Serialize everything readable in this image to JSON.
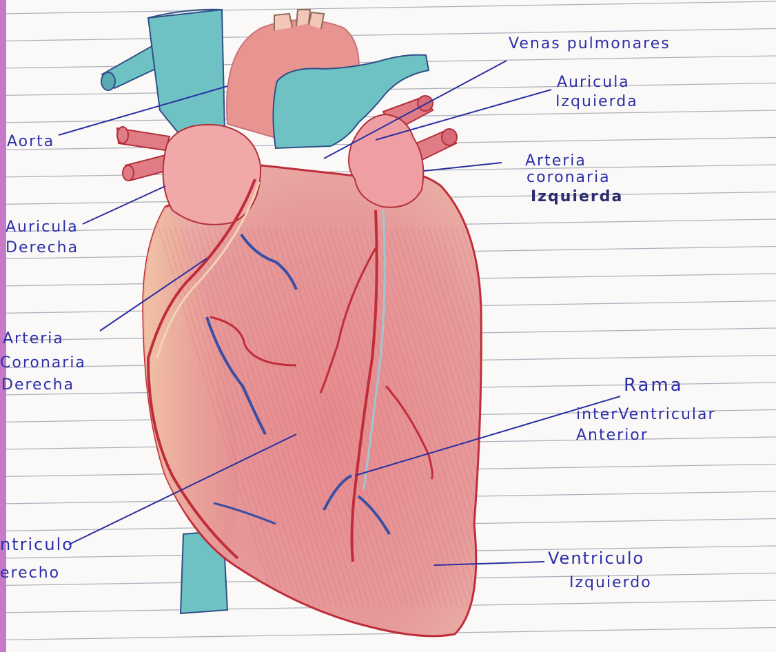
{
  "labels": {
    "venas_pulmonares": "Venas pulmonares",
    "auricula_izquierda_1": "Auricula",
    "auricula_izquierda_2": "Izquierda",
    "aorta": "Aorta",
    "arteria_coronaria_izquierda_1": "Arteria",
    "arteria_coronaria_izquierda_2": "coronaria",
    "arteria_coronaria_izquierda_3": "Izquierda",
    "auricula_derecha_1": "Auricula",
    "auricula_derecha_2": "Derecha",
    "arteria_coronaria_derecha_1": "Arteria",
    "arteria_coronaria_derecha_2": "Coronaria",
    "arteria_coronaria_derecha_3": "Derecha",
    "rama_1": "Rama",
    "rama_2": "interVentricular",
    "rama_3": "Anterior",
    "ventriculo_derecho_1": "ntriculo",
    "ventriculo_derecho_2": "erecho",
    "ventriculo_izquierdo_1": "Ventriculo",
    "ventriculo_izquierdo_2": "Izquierdo"
  },
  "colors": {
    "paper": "#fbf9f7",
    "ruled_line": "#aeb2bd",
    "margin_line": "#c679c8",
    "heart_fill": "#e59494",
    "heart_outline": "#c02d3a",
    "vessel_blue": "#6ec2c4",
    "ink_blue": "#2c2fa8"
  }
}
